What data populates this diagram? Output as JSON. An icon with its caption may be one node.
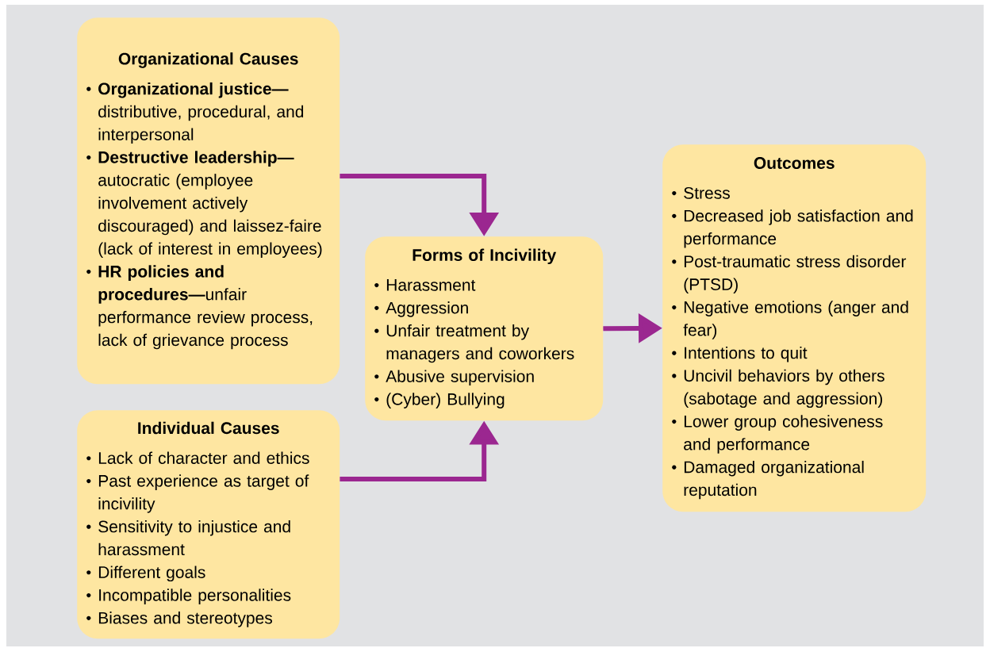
{
  "diagram": {
    "nodes": [
      {
        "text": [
          "Organizational Causes",
          "**Organizational justice—**distributive, procedural, and interpersonal",
          "**Destructive leadership—**autocratic (employee involvement actively discouraged) and laissez-faire (lack of interest in employees)",
          "**HR policies and procedures—**unfair performance review process, lack of grievance process"
        ]
      },
      {
        "text": [
          "Individual Causes",
          "Lack of character and ethics",
          "Past experience as target of incivility",
          "Sensitivity to injustice and harassment",
          "Different goals",
          "Incompatible personalities",
          "Biases and stereotypes"
        ]
      },
      {
        "text": [
          "Forms of Incivility",
          "Harassment",
          "Aggression",
          "Unfair treatment by managers and coworkers",
          "Abusive supervision",
          "(Cyber) Bullying"
        ]
      },
      {
        "text": [
          "Outcomes",
          "Stress",
          "Decreased job satisfaction and performance",
          "Post-traumatic stress disorder (PTSD)",
          "Negative emotions (anger and fear)",
          "Intentions to quit",
          "Uncivil behaviors by others (sabotage and aggression)",
          "Lower group cohesiveness and performance",
          "Damaged organizational reputation"
        ]
      }
    ],
    "edges": [
      {
        "from": 0,
        "to": 2,
        "arrow": "to"
      },
      {
        "from": 1,
        "to": 2,
        "arrow": "to"
      },
      {
        "from": 2,
        "to": 3,
        "arrow": "to"
      }
    ]
  }
}
